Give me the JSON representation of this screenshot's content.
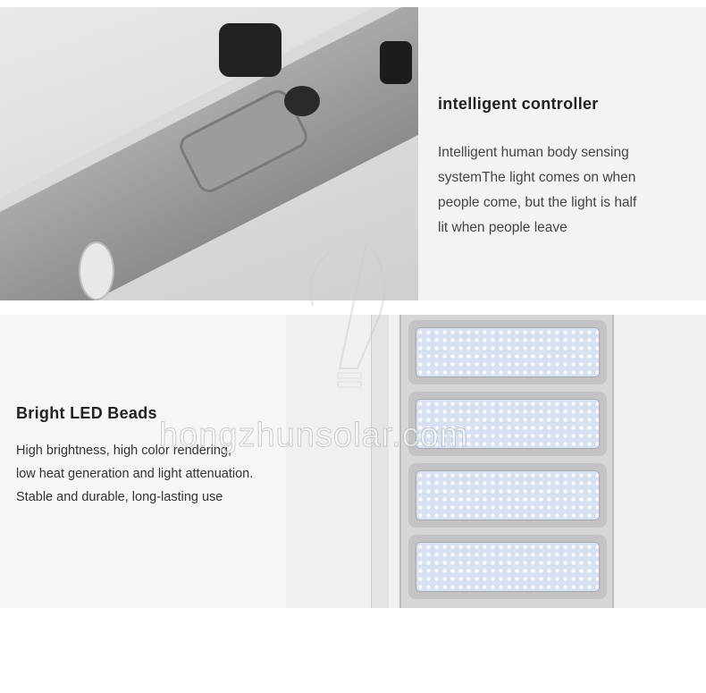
{
  "controller": {
    "title": "intelligent controller",
    "lines": [
      "Intelligent human body sensing",
      "systemThe light comes on when",
      "people come, but the light is half",
      "lit when people leave"
    ]
  },
  "led": {
    "title": "Bright LED Beads",
    "lines": [
      "High brightness, high color rendering,",
      "low heat generation and light attenuation.",
      "Stable and durable, long-lasting use"
    ]
  },
  "watermark": "hongzhunsolar.com"
}
